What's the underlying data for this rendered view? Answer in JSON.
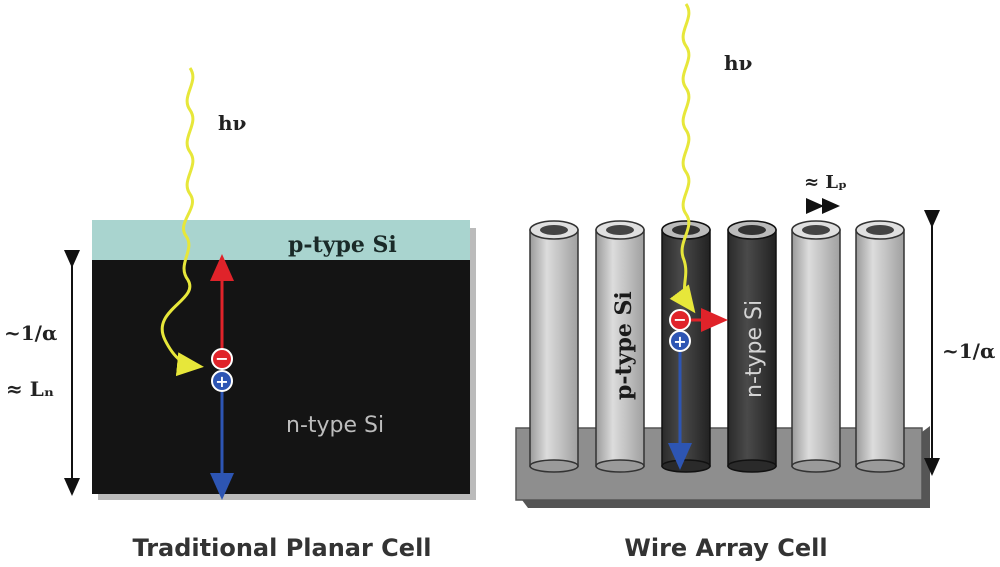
{
  "planar": {
    "caption": "Traditional Planar Cell",
    "photon_label": "hν",
    "p_layer_label": "p-type Si",
    "n_layer_label": "n-type Si",
    "depth_label": "~1/α",
    "diffusion_label": "≈ Lₙ",
    "electron_symbol": "−",
    "hole_symbol": "+"
  },
  "wire": {
    "caption": "Wire Array Cell",
    "photon_label": "hν",
    "p_wire_label": "p-type Si",
    "n_wire_label": "n-type Si",
    "spacing_label": "≈ Lₚ",
    "height_label": "~1/α",
    "electron_symbol": "−",
    "hole_symbol": "+"
  },
  "colors": {
    "p_layer": "#a9d4cf",
    "n_bulk": "#141414",
    "wire_light": "#c9c9c9",
    "wire_dark": "#3a3a3a",
    "photon": "#e7e73a",
    "electron": "#e0232a",
    "hole": "#2d55b3",
    "base": "#8e8e8e"
  }
}
